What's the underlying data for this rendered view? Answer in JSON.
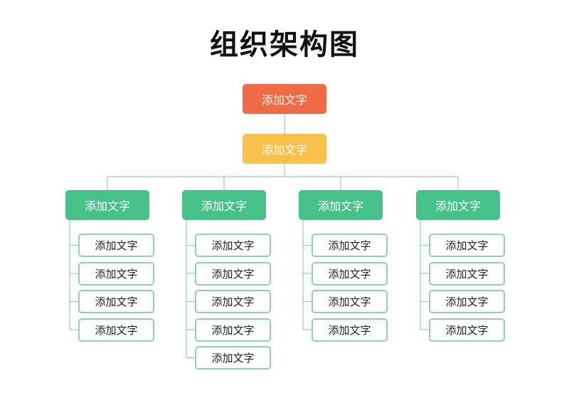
{
  "title": "组织架构图",
  "colors": {
    "root": "#f06a45",
    "second": "#f9c14a",
    "dept": "#46c289",
    "leaf_border": "#8fd2b2",
    "connector": "#8fd2b2"
  },
  "root": {
    "label": "添加文字"
  },
  "second": {
    "label": "添加文字"
  },
  "departments": [
    {
      "label": "添加文字",
      "children": [
        "添加文字",
        "添加文字",
        "添加文字",
        "添加文字"
      ]
    },
    {
      "label": "添加文字",
      "children": [
        "添加文字",
        "添加文字",
        "添加文字",
        "添加文字",
        "添加文字"
      ]
    },
    {
      "label": "添加文字",
      "children": [
        "添加文字",
        "添加文字",
        "添加文字",
        "添加文字"
      ]
    },
    {
      "label": "添加文字",
      "children": [
        "添加文字",
        "添加文字",
        "添加文字",
        "添加文字"
      ]
    }
  ]
}
